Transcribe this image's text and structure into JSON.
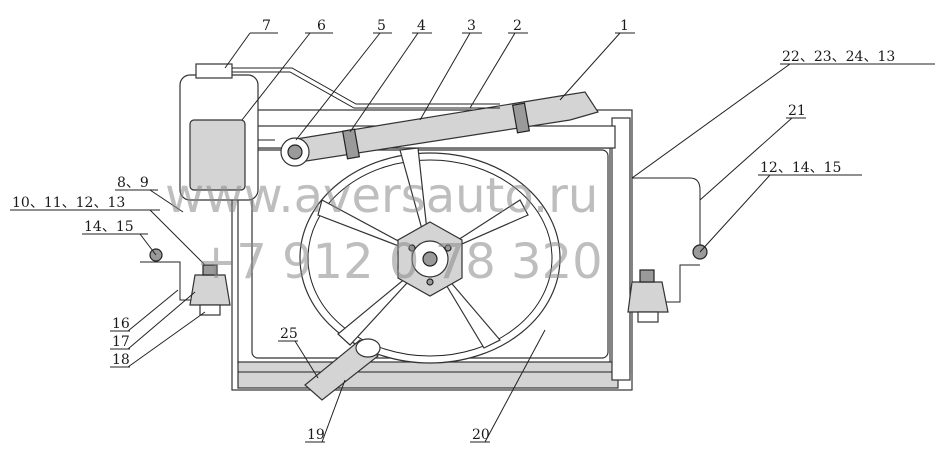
{
  "callouts": [
    "7",
    "6",
    "5",
    "4",
    "3",
    "2",
    "1",
    "22、23、24、13",
    "21",
    "12、14、15",
    "8、9",
    "10、11、12、13",
    "14、15",
    "16",
    "17",
    "18",
    "25",
    "19",
    "20"
  ],
  "watermark": {
    "site": "www.aversauto.ru",
    "phone": "+7 912 0 78 320"
  }
}
